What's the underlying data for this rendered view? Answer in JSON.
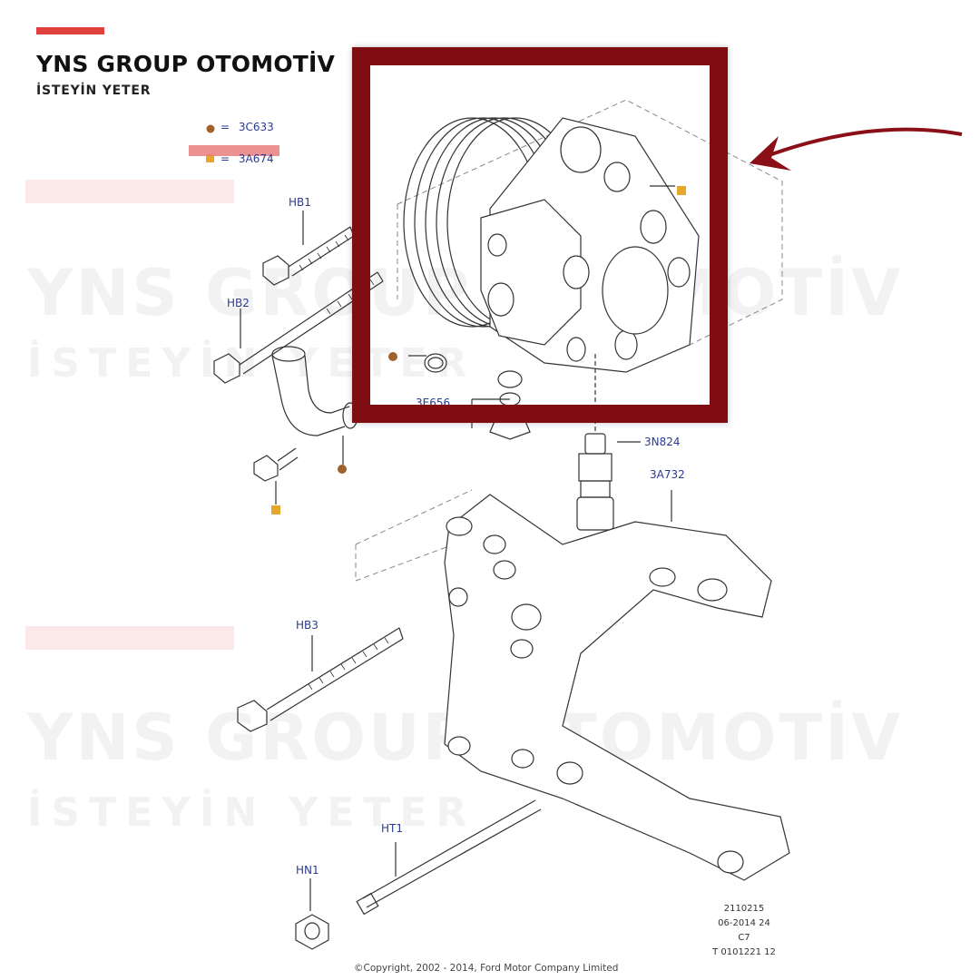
{
  "brand": {
    "title": "YNS GROUP OTOMOTİV",
    "subtitle": "İSTEYİN YETER",
    "accent_color": "#e0413c",
    "highlight_color": "#7f0d12"
  },
  "legend": [
    {
      "marker": "brown-dot",
      "color": "#a0622d",
      "equals": "=",
      "code": "3C633"
    },
    {
      "marker": "orange-square",
      "color": "#e8a62a",
      "equals": "=",
      "code": "3A674"
    }
  ],
  "labels": {
    "hb1": "HB1",
    "hb2": "HB2",
    "hb3": "HB3",
    "ht1": "HT1",
    "hn1": "HN1",
    "p3e656": "3E656",
    "p3n824": "3N824",
    "p3a732": "3A732"
  },
  "reference": {
    "line1": "2110215",
    "line2": "06-2014 24",
    "line3": "C7",
    "line4": "T 0101221 12"
  },
  "copyright": "©Copyright, 2002 - 2014, Ford Motor Company Limited",
  "watermark": {
    "title": "YNS GROUP OTOMOTİV",
    "subtitle": "İSTEYİN YETER"
  }
}
